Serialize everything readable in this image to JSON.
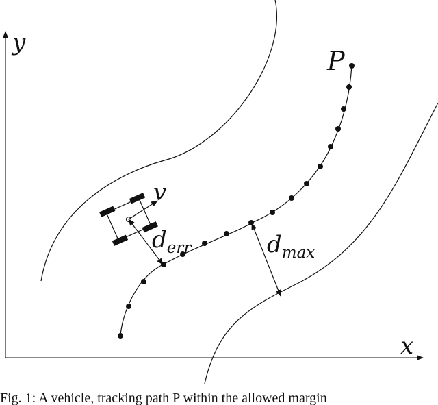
{
  "labels": {
    "y_axis": "y",
    "x_axis": "x",
    "path": "P",
    "velocity": "v",
    "d_err_base": "d",
    "d_err_sub": "err",
    "d_max_base": "d",
    "d_max_sub": "max"
  },
  "caption": "Fig. 1: A vehicle, tracking path P within the allowed margin"
}
